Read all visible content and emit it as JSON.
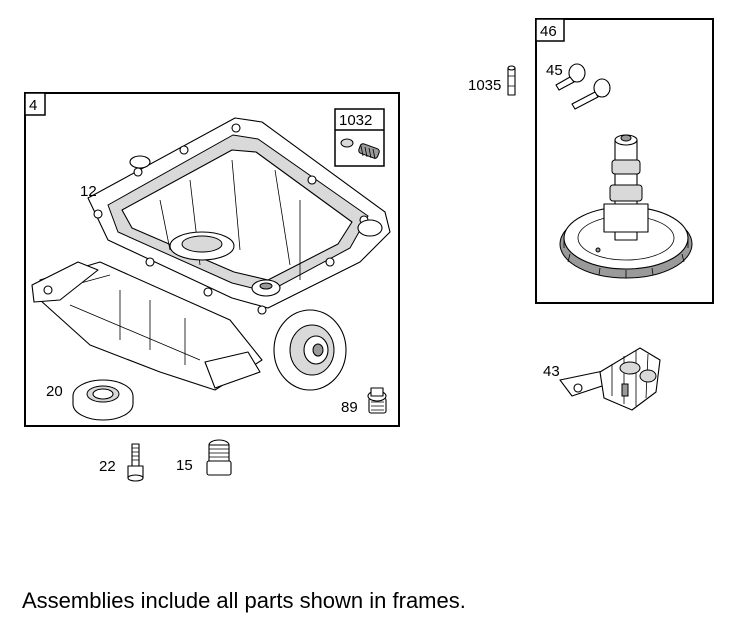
{
  "frames": {
    "sump": {
      "number": "4"
    },
    "kit": {
      "number": "1032"
    },
    "cam": {
      "number": "46"
    }
  },
  "callouts": {
    "p12": "12",
    "p20": "20",
    "p89": "89",
    "p22": "22",
    "p15": "15",
    "p1035": "1035",
    "p45": "45",
    "p43": "43"
  },
  "footnote": "Assemblies include all parts shown in frames."
}
